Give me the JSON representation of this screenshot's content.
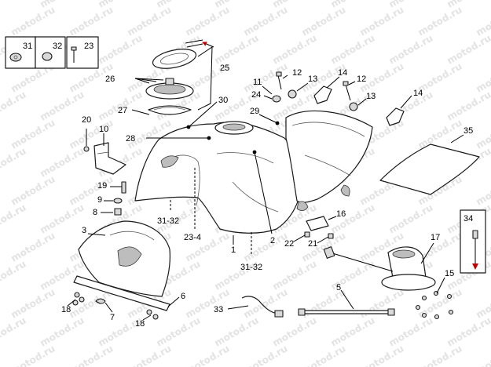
{
  "watermark": "motod.ru",
  "callouts": {
    "c31box": "31",
    "c32box": "32",
    "c23box": "23",
    "c25": "25",
    "c26": "26",
    "c27": "27",
    "c30": "30",
    "c29": "29",
    "c28": "28",
    "c20": "20",
    "c10": "10",
    "c19": "19",
    "c9": "9",
    "c8": "8",
    "c3132a": "31-32",
    "c234": "23-4",
    "c3": "3",
    "c1": "1",
    "c2": "2",
    "c3132b": "31-32",
    "c11": "11",
    "c12a": "12",
    "c13a": "13",
    "c24": "24",
    "c14a": "14",
    "c12b": "12",
    "c13b": "13",
    "c14b": "14",
    "c35": "35",
    "c34": "34",
    "c16": "16",
    "c22": "22",
    "c21": "21",
    "c17": "17",
    "c15": "15",
    "c5": "5",
    "c6": "6",
    "c33": "33",
    "c18a": "18",
    "c7": "7",
    "c18b": "18"
  },
  "colors": {
    "arrow": "#c00000",
    "line": "#000000",
    "watermark": "#e3e3e3"
  }
}
